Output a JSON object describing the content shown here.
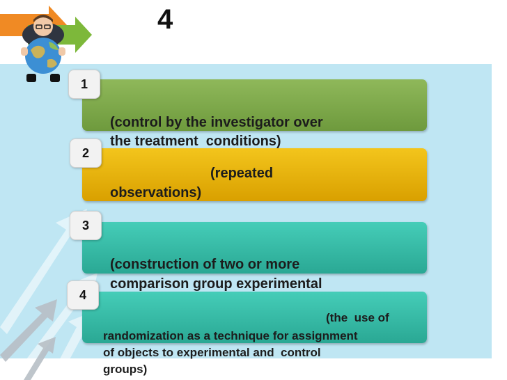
{
  "slide": {
    "title": "4",
    "items": [
      {
        "number": "1",
        "line1": "(control by the investigator over",
        "line2": "the treatment  conditions)"
      },
      {
        "number": "2",
        "line1": "(repeated",
        "line2": "observations)"
      },
      {
        "number": "3",
        "line1": "(construction of two or more",
        "line2": "comparison group experimental"
      },
      {
        "number": "4",
        "line1": "(the  use of",
        "line2": "randomization as a technique for assignment",
        "line3": "of objects to experimental and  control",
        "line4": "groups)"
      }
    ]
  },
  "colors": {
    "panel": "#bfe6f3",
    "bar1": "#7ea84a",
    "bar2": "#e8b40f",
    "bar3": "#38bda8",
    "bar4": "#38bda8",
    "arrow_orange": "#f08a24",
    "arrow_green": "#7db83a"
  },
  "icons": [
    "businessman-holding-globe-icon",
    "rising-arrows-graphic"
  ]
}
